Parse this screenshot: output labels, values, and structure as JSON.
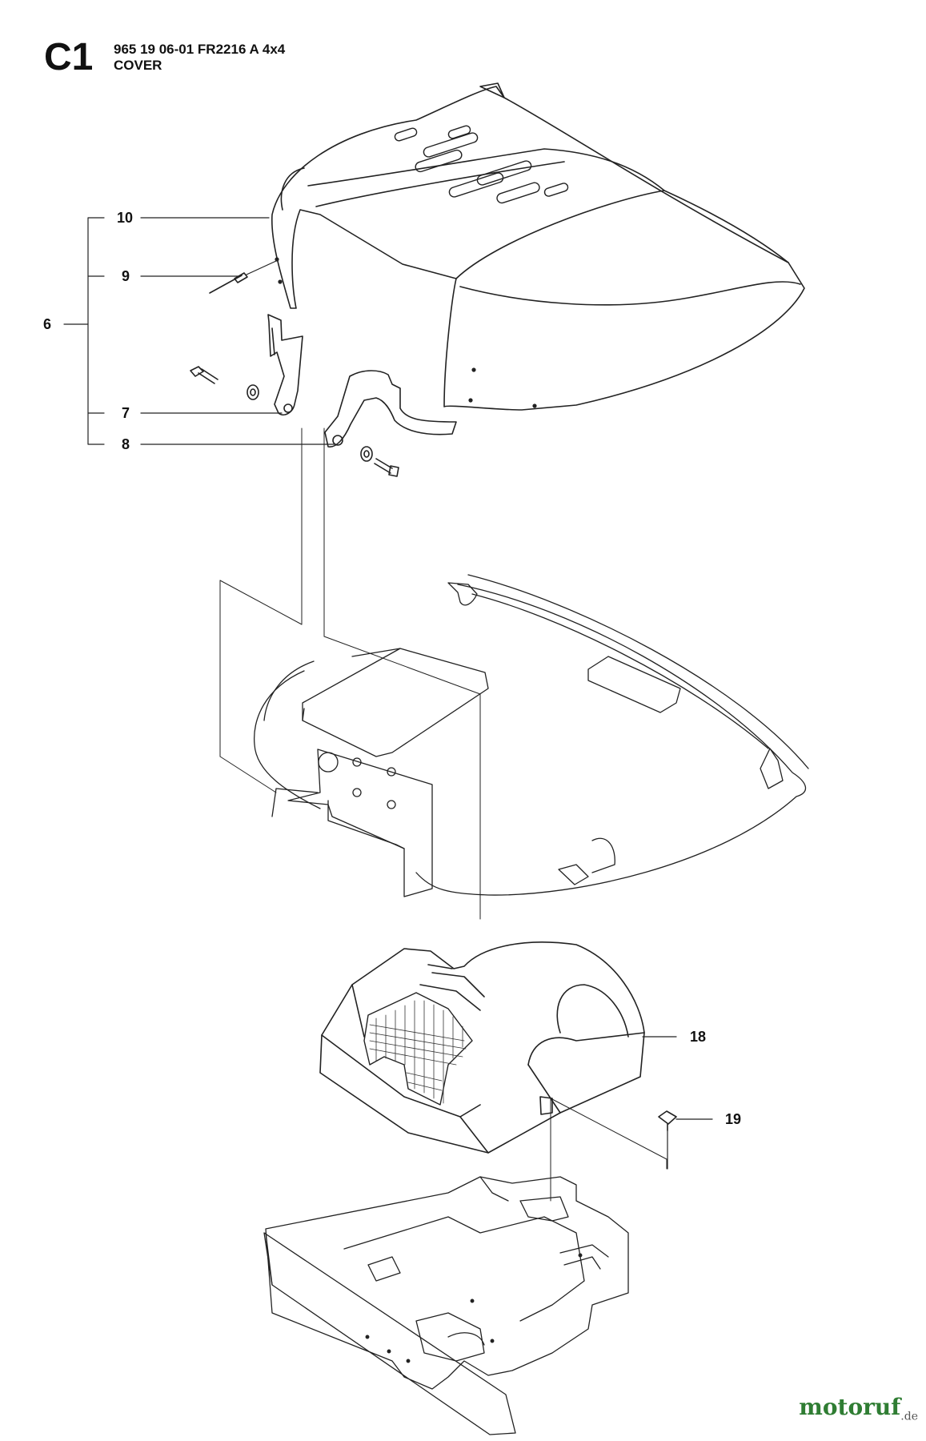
{
  "header": {
    "section_code": "C1",
    "model": "965 19 06-01 FR2216 A 4x4",
    "title": "COVER"
  },
  "callouts": {
    "c10": "10",
    "c9": "9",
    "c6": "6",
    "c7": "7",
    "c8": "8",
    "c18": "18",
    "c19": "19"
  },
  "watermark": {
    "brand": "motoruf",
    "tld": ".de",
    "color": "#2f7d33"
  }
}
